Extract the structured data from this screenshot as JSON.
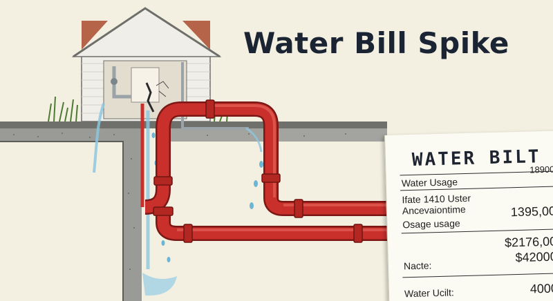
{
  "headline": "Water Bill Spike",
  "bill": {
    "title": "WATER BILT",
    "rows": [
      {
        "label": "Water Usage",
        "value": "18900"
      },
      {
        "label": "Ifate 1410 Uster",
        "value": ""
      },
      {
        "label": "Ancevaiontime",
        "value": ""
      },
      {
        "label": "Osage usage",
        "value": "1395,00"
      },
      {
        "label": "",
        "value": "$2176,00"
      },
      {
        "label": "Nacte:",
        "value": "$42000"
      },
      {
        "label": "Water Ucilt:",
        "value": "4000"
      }
    ]
  },
  "colors": {
    "pipe_red": "#c9302c",
    "water_blue": "#8cc7df",
    "ground": "#8d8d8a",
    "roof": "#b5644a",
    "headline": "#1b2433"
  }
}
